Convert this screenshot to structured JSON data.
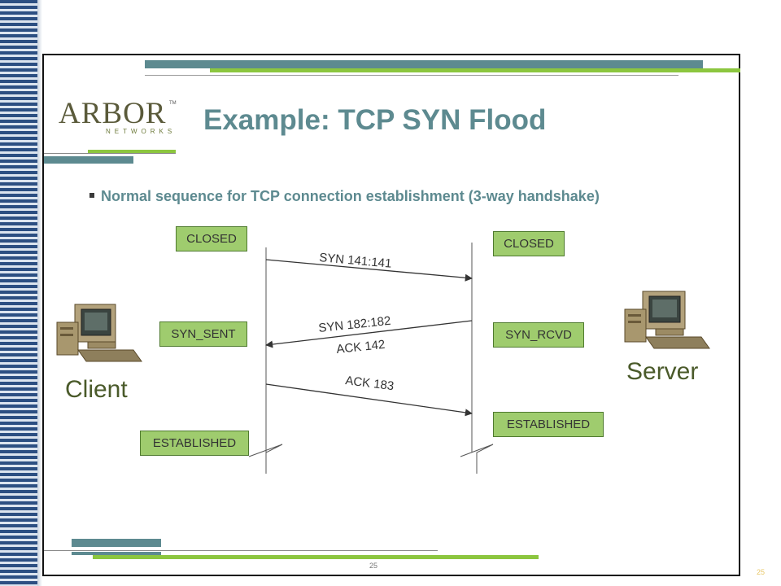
{
  "slide": {
    "title": "Example: TCP SYN Flood",
    "logo": {
      "name": "ARBOR",
      "sub": "NETWORKS",
      "tm": "TM"
    },
    "bullet": "Normal sequence for TCP connection establishment (3-way handshake)",
    "page_number": "25",
    "corner_number": "25"
  },
  "colors": {
    "title": "#5d8a90",
    "state_fill": "#9fcc6e",
    "state_border": "#4f7a2f",
    "deco_teal": "#5d8a90",
    "deco_green": "#8cc63f",
    "left_bar": "#2c4f82"
  },
  "diagram": {
    "client_label": "Client",
    "server_label": "Server",
    "client_states": [
      "CLOSED",
      "SYN_SENT",
      "ESTABLISHED"
    ],
    "server_states": [
      "CLOSED",
      "SYN_RCVD",
      "ESTABLISHED"
    ],
    "messages": {
      "syn": "SYN 141:141",
      "synack_syn": "SYN 182:182",
      "synack_ack": "ACK 142",
      "ack": "ACK 183"
    },
    "icons": {
      "client": "computer-icon",
      "server": "computer-icon"
    }
  }
}
